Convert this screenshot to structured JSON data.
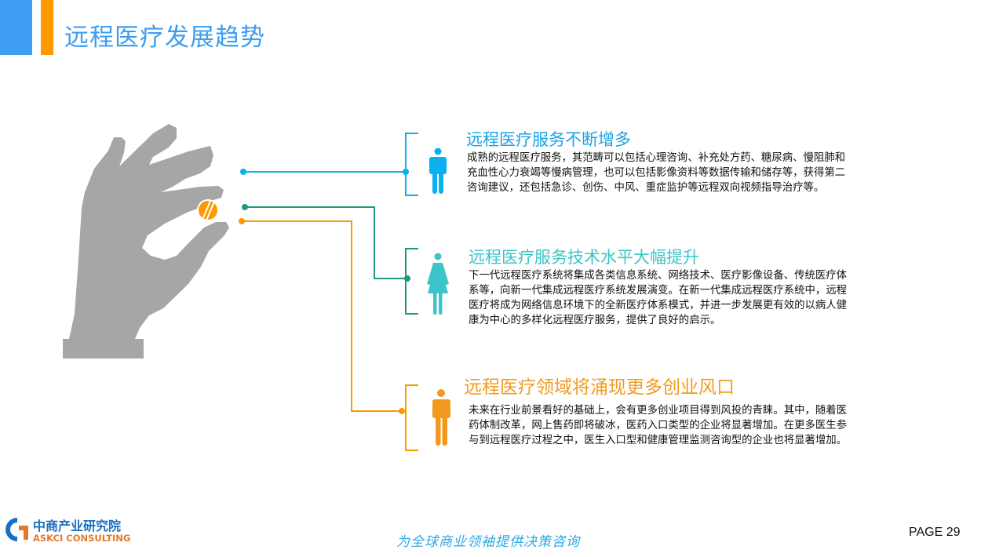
{
  "header": {
    "title": "远程医疗发展趋势"
  },
  "sections": [
    {
      "title": "远程医疗服务不断增多",
      "body": "成熟的远程医疗服务，其范畴可以包括心理咨询、补充处方药、糖尿病、慢阻肺和充血性心力衰竭等慢病管理，也可以包括影像资料等数据传输和储存等，获得第二咨询建议，还包括急诊、创伤、中风、重症监护等远程双向视频指导治疗等。",
      "color": "#1aa3e8",
      "icon": "man-icon"
    },
    {
      "title": "远程医疗服务技术水平大幅提升",
      "body": "下一代远程医疗系统将集成各类信息系统、网络技术、医疗影像设备、传统医疗体系等，向新一代集成远程医疗系统发展演变。在新一代集成远程医疗系统中，远程医疗将成为网络信息环境下的全新医疗体系模式，并进一步发展更有效的以病人健康为中心的多样化远程医疗服务，提供了良好的启示。",
      "color": "#3cc4c8",
      "icon": "woman-icon"
    },
    {
      "title": "远程医疗领域将涌现更多创业风口",
      "body": "未来在行业前景看好的基础上，会有更多创业项目得到风投的青睐。其中，随着医药体制改革，网上售药即将破冰，医药入口类型的企业将显著增加。在更多医生参与到远程医疗过程之中，医生入口型和健康管理监测咨询型的企业也将显著增加。",
      "color": "#f39a1e",
      "icon": "man-icon"
    }
  ],
  "footer": {
    "logo_cn": "中商产业研究院",
    "logo_en": "ASKCI CONSULTING",
    "slogan": "为全球商业领袖提供决策咨询",
    "page": "PAGE  29"
  },
  "colors": {
    "blue": "#1aa3e8",
    "teal": "#1a9a80",
    "orange": "#ff9900",
    "hand": "#a6a6a6"
  }
}
